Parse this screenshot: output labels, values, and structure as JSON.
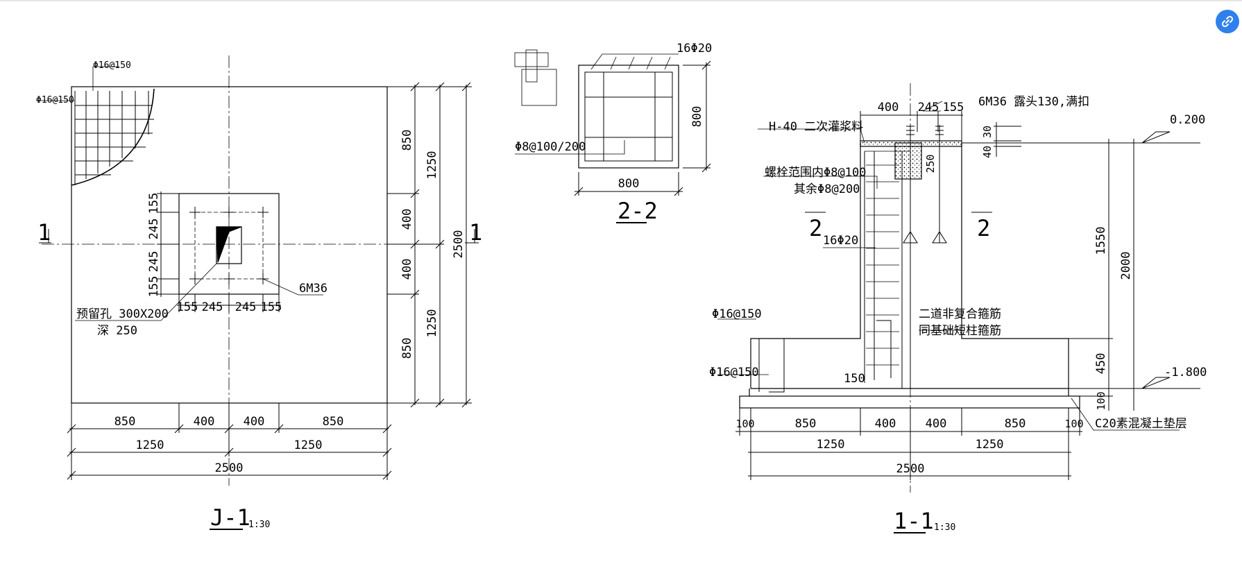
{
  "ui": {
    "share_icon": "link-icon",
    "accent": "#2f80ed"
  },
  "plan": {
    "title": "J-1",
    "scale": "1:30",
    "section_mark": "1",
    "rebar_top": "Φ16@150",
    "rebar_left": "Φ16@150",
    "anchor_bolts": "6M36",
    "hole_size": "预留孔 300X200",
    "hole_depth": "深 250",
    "dims_right_outer": [
      "850",
      "400",
      "400",
      "850"
    ],
    "dims_right_mid": [
      "1250",
      "1250"
    ],
    "dims_right_total": "2500",
    "dims_left_inner": [
      "155",
      "245",
      "245",
      "155"
    ],
    "dims_bottom_inner": [
      "155",
      "245",
      "245",
      "155"
    ],
    "dims_bottom_outer": [
      "850",
      "400",
      "400",
      "850"
    ],
    "dims_bottom_mid": [
      "1250",
      "1250"
    ],
    "dims_bottom_total": "2500"
  },
  "section22": {
    "title": "2-2",
    "rebar_long": "16Φ20",
    "stirrups": "Φ8@100/200",
    "width": "800",
    "height": "800"
  },
  "section11": {
    "title": "1-1",
    "scale": "1:30",
    "grout": "H-40 二次灌浆料",
    "bolt_note": "6M36 露头130,满扣",
    "stirrup_note_1": "螺栓范围内Φ8@100",
    "stirrup_note_2": "其余Φ8@200",
    "cut_mark": "2",
    "long_bars": "16Φ20",
    "hook_note_1": "二道非复合箍筋",
    "hook_note_2": "同基础短柱箍筋",
    "base_rebar_top": "Φ16@150",
    "base_rebar_bottom": "Φ16@150",
    "bar_ext": "150",
    "top_dims": [
      "400",
      "245",
      "155"
    ],
    "grout_dims": [
      "30",
      "40"
    ],
    "bolt_depth": "250",
    "elev_top": "0.200",
    "elev_bottom": "-1.800",
    "dims_right_inner": [
      "1550",
      "450",
      "100"
    ],
    "dims_right_total": "2000",
    "bottom_dims_1": [
      "100",
      "850",
      "400",
      "400",
      "850",
      "100"
    ],
    "bottom_dims_2": [
      "1250",
      "1250"
    ],
    "bottom_total": "2500",
    "cushion": "C20素混凝土垫层"
  }
}
